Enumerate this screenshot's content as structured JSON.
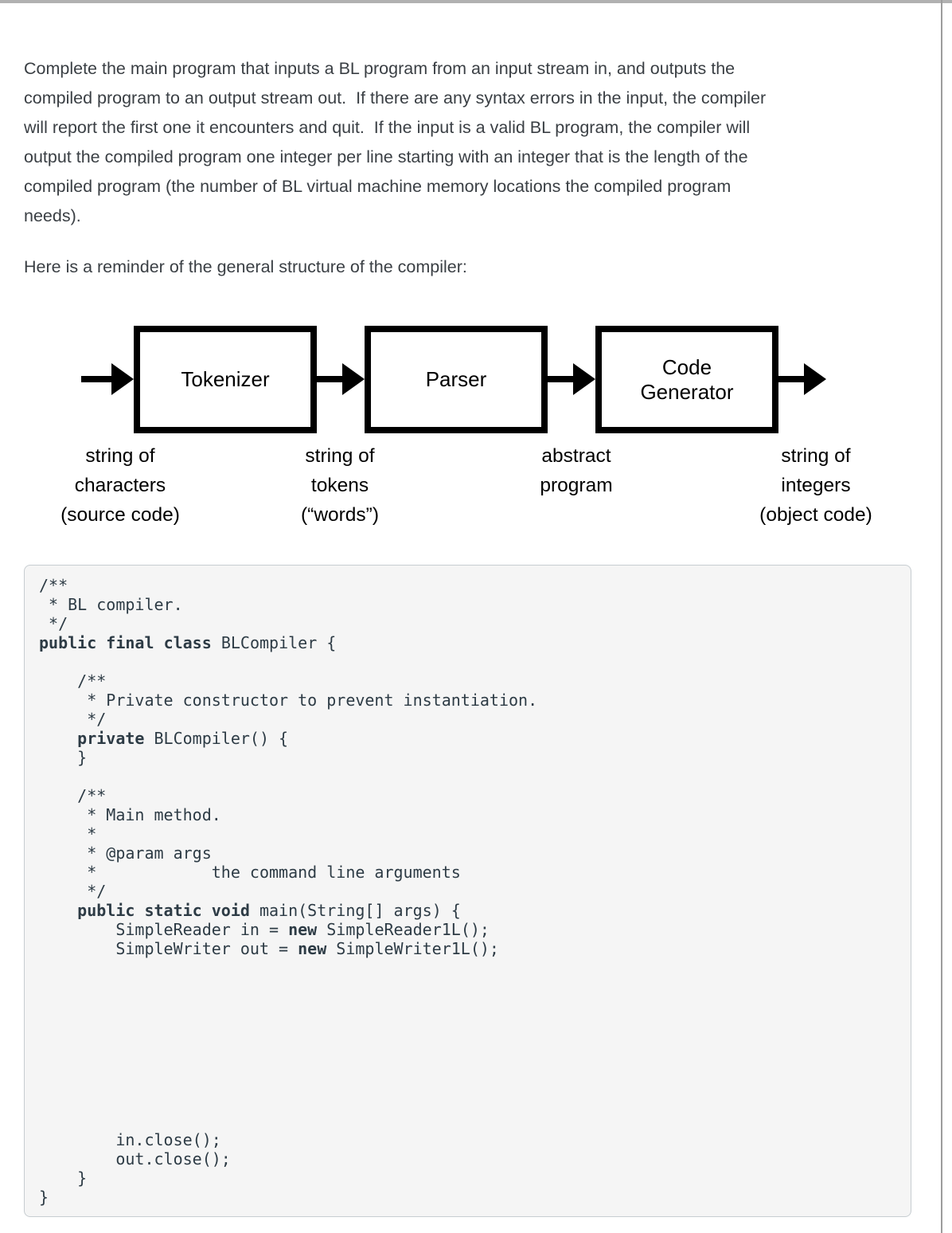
{
  "page": {
    "paragraph1": "Complete the main program that inputs a BL program from an input stream in, and outputs the\ncompiled program to an output stream out.  If there are any syntax errors in the input, the compiler\nwill report the first one it encounters and quit.  If the input is a valid BL program, the compiler will\noutput the compiled program one integer per line starting with an integer that is the length of the\ncompiled program (the number of BL virtual machine memory locations the compiled program\nneeds).",
    "paragraph2": "Here is a reminder of the general structure of the compiler:"
  },
  "diagram": {
    "boxes": [
      {
        "label": "Tokenizer"
      },
      {
        "label": "Parser"
      },
      {
        "label": "Code\nGenerator"
      }
    ],
    "captions": [
      "string of\ncharacters\n(source code)",
      "string of\ntokens\n(“words”)",
      "abstract\nprogram",
      "string of\nintegers\n(object code)"
    ]
  },
  "colors": {
    "diagram_ink": "#000000",
    "code_text": "#2d3b45",
    "code_background": "#f5f5f5",
    "code_border": "#c7cdd1"
  },
  "code_block": {
    "lines": [
      [
        [
          "pl",
          "/**"
        ]
      ],
      [
        [
          "pl",
          " * BL compiler."
        ]
      ],
      [
        [
          "pl",
          " */"
        ]
      ],
      [
        [
          "kw",
          "public"
        ],
        [
          "pl",
          " "
        ],
        [
          "kw",
          "final"
        ],
        [
          "pl",
          " "
        ],
        [
          "kw",
          "class"
        ],
        [
          "pl",
          " BLCompiler {"
        ]
      ],
      [],
      [
        [
          "pl",
          "    /**"
        ]
      ],
      [
        [
          "pl",
          "     * Private constructor to prevent instantiation."
        ]
      ],
      [
        [
          "pl",
          "     */"
        ]
      ],
      [
        [
          "pl",
          "    "
        ],
        [
          "kw",
          "private"
        ],
        [
          "pl",
          " BLCompiler() {"
        ]
      ],
      [
        [
          "pl",
          "    }"
        ]
      ],
      [],
      [
        [
          "pl",
          "    /**"
        ]
      ],
      [
        [
          "pl",
          "     * Main method."
        ]
      ],
      [
        [
          "pl",
          "     *"
        ]
      ],
      [
        [
          "pl",
          "     * @param args"
        ]
      ],
      [
        [
          "pl",
          "     *            the command line arguments"
        ]
      ],
      [
        [
          "pl",
          "     */"
        ]
      ],
      [
        [
          "pl",
          "    "
        ],
        [
          "kw",
          "public"
        ],
        [
          "pl",
          " "
        ],
        [
          "kw",
          "static"
        ],
        [
          "pl",
          " "
        ],
        [
          "kw",
          "void"
        ],
        [
          "pl",
          " main(String[] args) {"
        ]
      ],
      [
        [
          "pl",
          "        SimpleReader in = "
        ],
        [
          "kw",
          "new"
        ],
        [
          "pl",
          " SimpleReader1L();"
        ]
      ],
      [
        [
          "pl",
          "        SimpleWriter out = "
        ],
        [
          "kw",
          "new"
        ],
        [
          "pl",
          " SimpleWriter1L();"
        ]
      ],
      [],
      [],
      [],
      [],
      [],
      [],
      [],
      [],
      [],
      [
        [
          "pl",
          "        in.close();"
        ]
      ],
      [
        [
          "pl",
          "        out.close();"
        ]
      ],
      [
        [
          "pl",
          "    }"
        ]
      ],
      [
        [
          "pl",
          "}"
        ]
      ]
    ]
  }
}
